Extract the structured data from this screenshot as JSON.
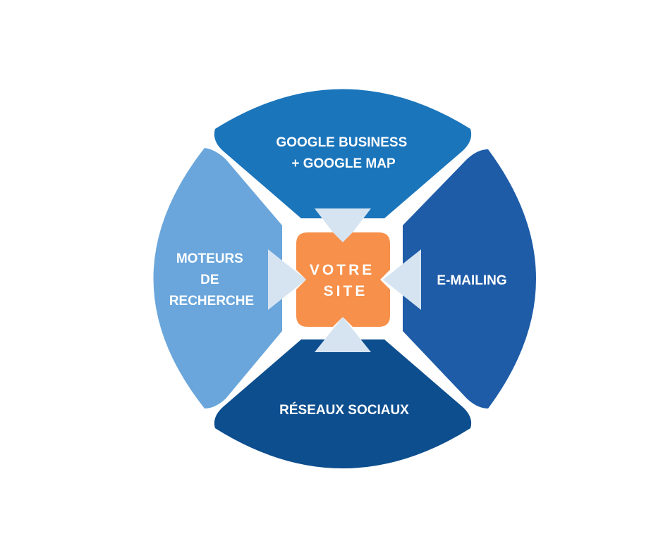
{
  "segments": {
    "top": {
      "lines": [
        "GOOGLE BUSINESS",
        "+ GOOGLE MAP"
      ],
      "color": "#1B75BB"
    },
    "left": {
      "lines": [
        "MOTEURS",
        "DE",
        "RECHERCHE"
      ],
      "color": "#6AA6DB"
    },
    "right": {
      "lines": [
        "E-MAILING"
      ],
      "color": "#1E5CA8"
    },
    "bottom": {
      "lines": [
        "RÉSEAUX SOCIAUX"
      ],
      "color": "#0D4E8E"
    }
  },
  "center": {
    "lines": [
      "VOTRE",
      "SITE"
    ],
    "color": "#F7904A"
  },
  "arrow_color": "#D6E4F2",
  "label_color": "#FFFFFF"
}
